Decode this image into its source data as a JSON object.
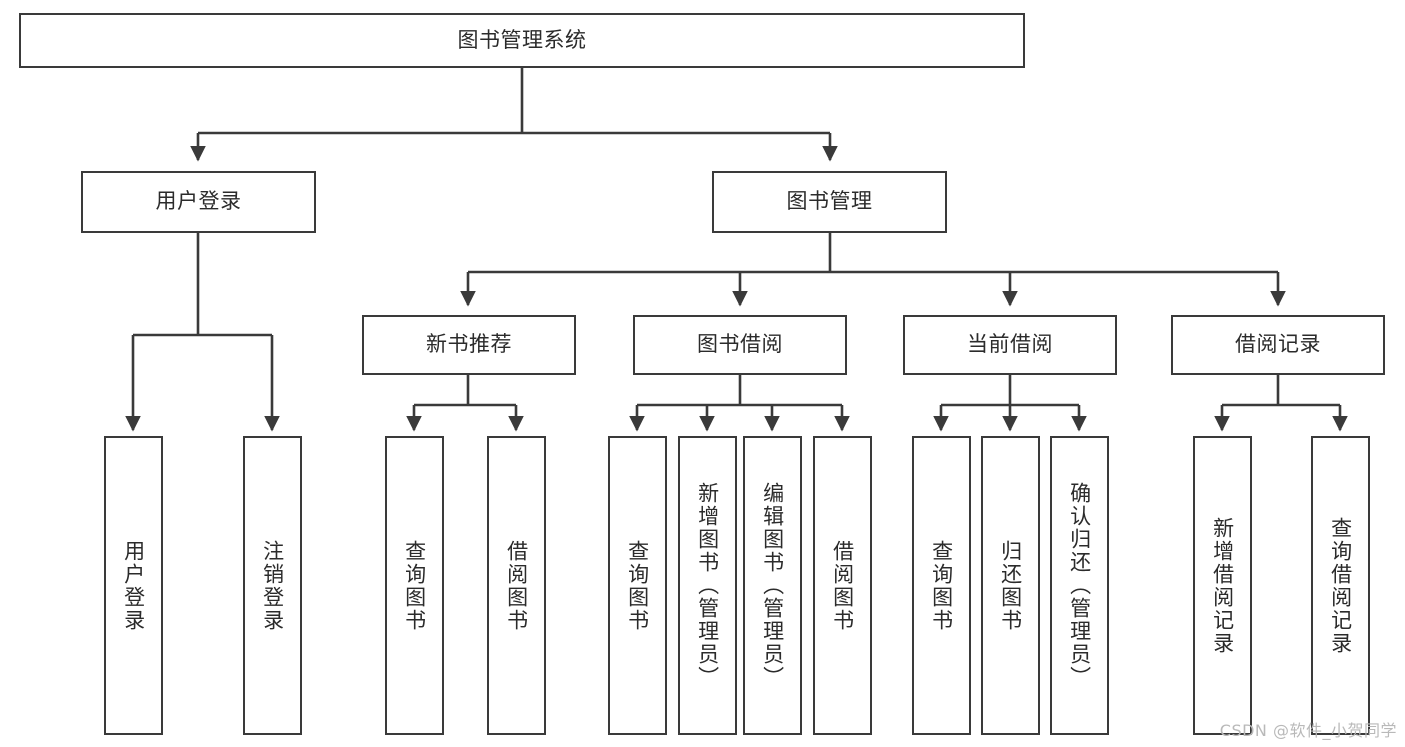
{
  "diagram": {
    "type": "tree",
    "title": "图书管理系统",
    "stroke_color": "#3a3a3a",
    "background_color": "#ffffff",
    "text_color": "#2b2b2b",
    "watermark": "CSDN @软件_小贺同学",
    "levels": {
      "root": {
        "label": "图书管理系统"
      },
      "level2": [
        {
          "label": "用户登录"
        },
        {
          "label": "图书管理"
        }
      ],
      "level3": [
        {
          "label": "新书推荐"
        },
        {
          "label": "图书借阅"
        },
        {
          "label": "当前借阅"
        },
        {
          "label": "借阅记录"
        }
      ],
      "leaves": {
        "user_login": [
          {
            "label": "用户登录"
          },
          {
            "label": "注销登录"
          }
        ],
        "new_book_recommend": [
          {
            "label": "查询图书"
          },
          {
            "label": "借阅图书"
          }
        ],
        "book_borrow": [
          {
            "label": "查询图书"
          },
          {
            "label": "新增图书（管理员）"
          },
          {
            "label": "编辑图书（管理员）"
          },
          {
            "label": "借阅图书"
          }
        ],
        "current_borrow": [
          {
            "label": "查询图书"
          },
          {
            "label": "归还图书"
          },
          {
            "label": "确认归还（管理员）"
          }
        ],
        "borrow_record": [
          {
            "label": "新增借阅记录"
          },
          {
            "label": "查询借阅记录"
          }
        ]
      }
    }
  }
}
